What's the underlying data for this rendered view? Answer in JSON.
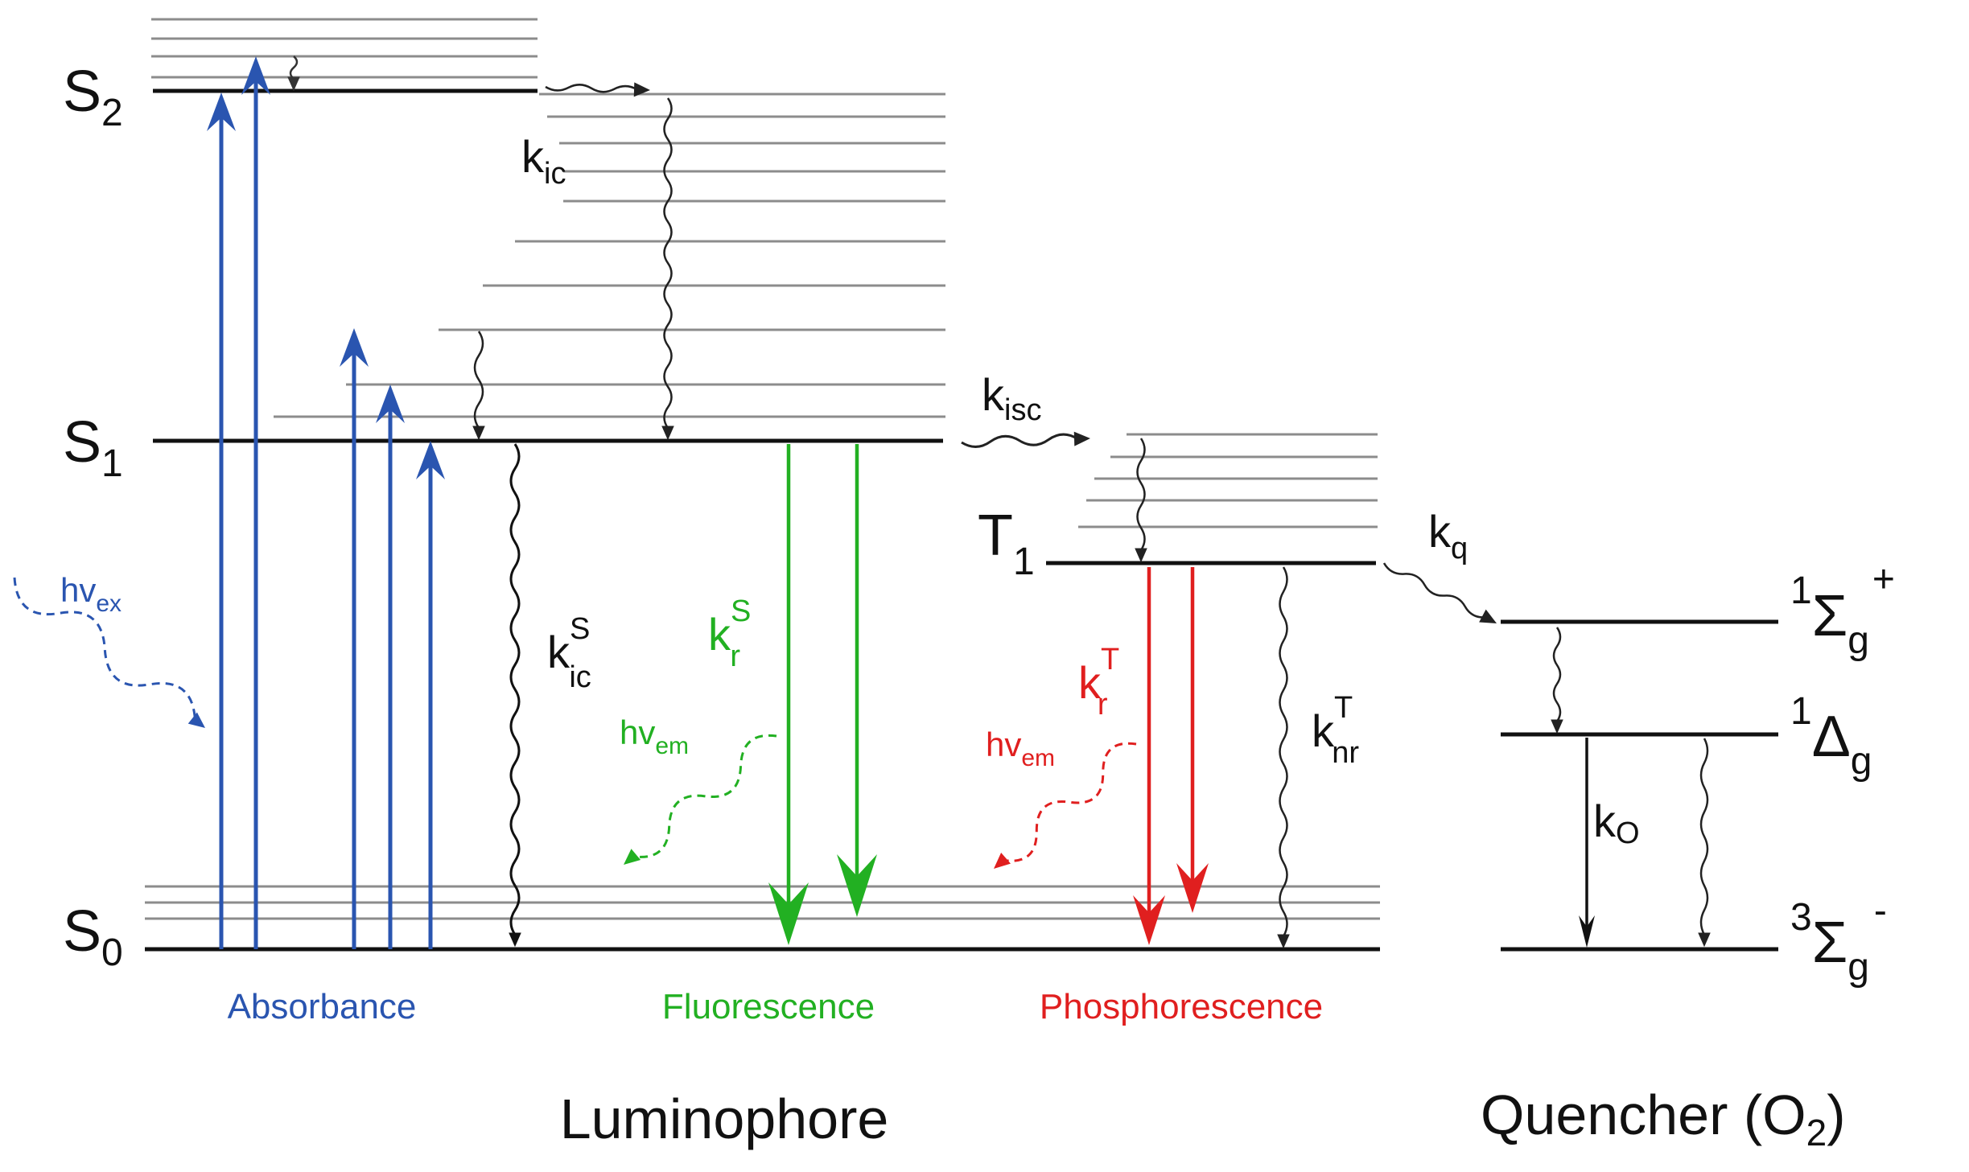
{
  "colors": {
    "absorbance": "#2a55b0",
    "fluorescence": "#22b022",
    "phosphorescence": "#e01f1f",
    "text": "#111111",
    "level": "#111111",
    "sublevel": "#8c8c8c"
  },
  "states": {
    "s2": {
      "main": "S",
      "sub": "2"
    },
    "s1": {
      "main": "S",
      "sub": "1"
    },
    "s0": {
      "main": "S",
      "sub": "0"
    },
    "t1": {
      "main": "T",
      "sub": "1"
    },
    "sigma_plus": {
      "pre": "1",
      "main": "Σ",
      "sub": "g",
      "sup": "+"
    },
    "delta": {
      "pre": "1",
      "main": "Δ",
      "sub": "g"
    },
    "sigma_minus": {
      "pre": "3",
      "main": "Σ",
      "sub": "g",
      "sup": "-"
    }
  },
  "rates": {
    "kic": {
      "main": "k",
      "sub": "ic"
    },
    "kisc": {
      "main": "k",
      "sub": "isc"
    },
    "kics": {
      "main": "k",
      "sup": "S",
      "sub": "ic"
    },
    "krs": {
      "main": "k",
      "sup": "S",
      "sub": "r"
    },
    "krt": {
      "main": "k",
      "sup": "T",
      "sub": "r"
    },
    "knrt": {
      "main": "k",
      "sup": "T",
      "sub": "nr"
    },
    "kq": {
      "main": "k",
      "sub": "q"
    },
    "ko": {
      "main": "k",
      "sub": "O"
    }
  },
  "photons": {
    "ex": {
      "main": "hv",
      "sub": "ex"
    },
    "em_fluor": {
      "main": "hv",
      "sub": "em"
    },
    "em_phos": {
      "main": "hv",
      "sub": "em"
    }
  },
  "labels": {
    "absorbance": "Absorbance",
    "fluorescence": "Fluorescence",
    "phosphorescence": "Phosphorescence",
    "luminophore": "Luminophore",
    "quencher": {
      "main": "Quencher (O",
      "sub": "2",
      "end": ")"
    }
  }
}
